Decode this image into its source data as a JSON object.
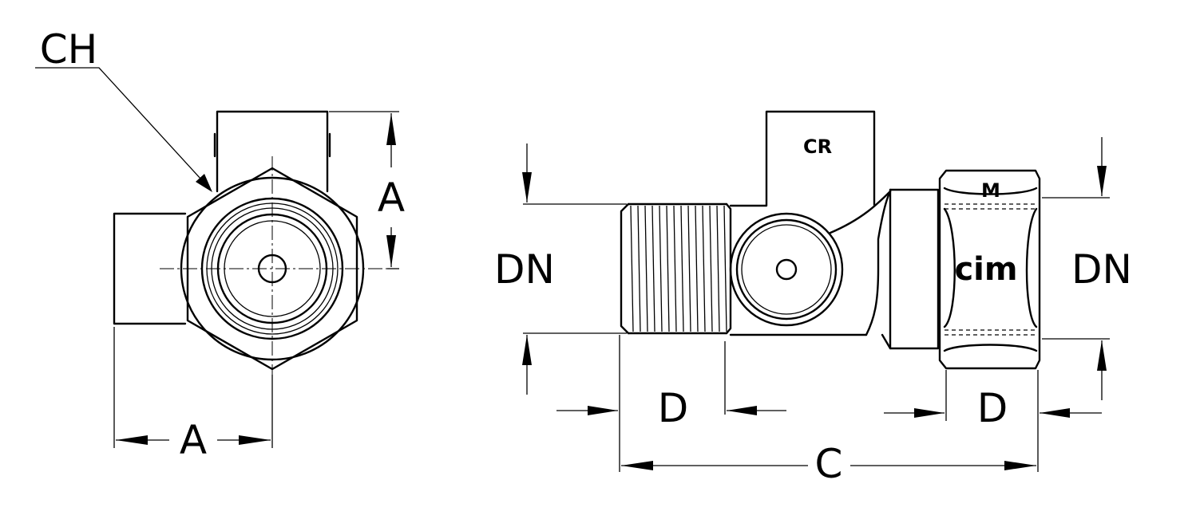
{
  "labels": {
    "ch": "CH",
    "a_vertical": "A",
    "a_horizontal": "A",
    "dn_left": "DN",
    "dn_right": "DN",
    "d_left": "D",
    "d_right": "D",
    "c": "C"
  },
  "markings": {
    "cr": "CR",
    "m": "M",
    "cim": "cim"
  }
}
